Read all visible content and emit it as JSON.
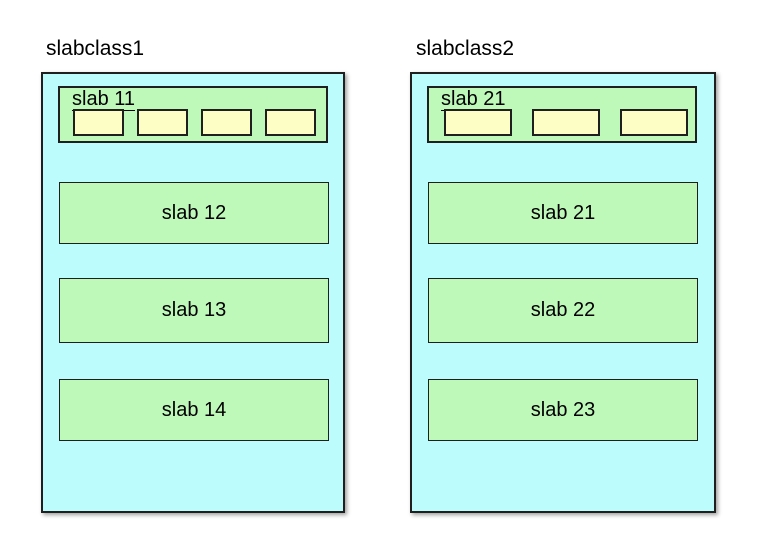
{
  "diagram": {
    "colors": {
      "container-fill": "#bdfcfc",
      "slab-fill": "#bff9ba",
      "chunk-fill": "#fdfec5",
      "line": "#1f1f1f"
    },
    "slabclasses": [
      {
        "title": "slabclass1",
        "header_slab": {
          "label": "slab 11",
          "chunk_count": 4
        },
        "slabs": [
          {
            "label": "slab 12"
          },
          {
            "label": "slab 13"
          },
          {
            "label": "slab 14"
          }
        ]
      },
      {
        "title": "slabclass2",
        "header_slab": {
          "label": "slab 21",
          "chunk_count": 3
        },
        "slabs": [
          {
            "label": "slab 21"
          },
          {
            "label": "slab 22"
          },
          {
            "label": "slab 23"
          }
        ]
      }
    ]
  }
}
